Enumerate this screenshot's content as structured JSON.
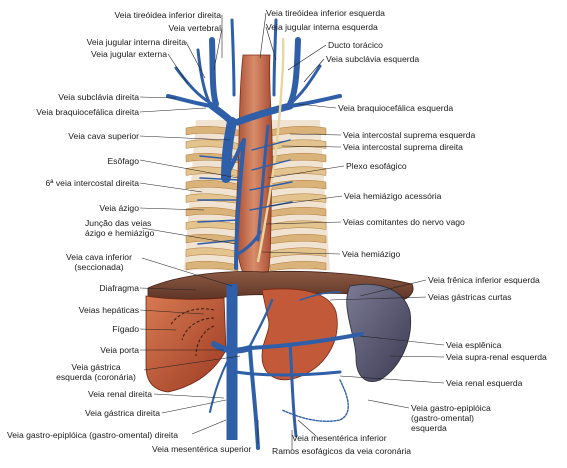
{
  "labels": {
    "tireoidea_inf_dir": "Veia tireóidea inferior direita",
    "vertebral": "Veia vertebral",
    "jugular_int_dir": "Veia jugular interna direita",
    "jugular_ext": "Veia jugular externa",
    "subclavia_dir": "Veia subclávia direita",
    "braquiocefalica_dir": "Veia braquiocefálica direita",
    "cava_sup": "Veia cava superior",
    "esofago": "Esôfago",
    "intercostal_6": "6ª veia intercostal direita",
    "azigo": "Veia ázigo",
    "juncao_1": "Junção das veias",
    "juncao_2": "ázigo e hemiázigo",
    "cava_inf_1": "Veia cava inferior",
    "cava_inf_2": "(seccionada)",
    "diafragma": "Diafragma",
    "hepaticas": "Veias hepáticas",
    "figado": "Fígado",
    "porta": "Veia porta",
    "gastrica_esq_1": "Veia gástrica",
    "gastrica_esq_2": "esquerda (coronária)",
    "renal_dir": "Veia renal direita",
    "gastrica_dir": "Veia gástrica direita",
    "gastro_epiploica_dir": "Veia gastro-epiplóica (gastro-omental) direita",
    "mesenterica_sup": "Veia mesentérica superior",
    "tireoidea_inf_esq": "Veia tireóidea inferior esquerda",
    "jugular_int_esq": "Veia jugular interna esquerda",
    "ducto_toracico": "Ducto torácico",
    "subclavia_esq": "Veia subclávia esquerda",
    "braquiocefalica_esq": "Veia braquiocefálica esquerda",
    "intercostal_sup_esq": "Veia intercostal suprema esquerda",
    "intercostal_sup_dir": "Veia intercostal suprema direita",
    "plexo_esofagico": "Plexo esofágico",
    "hemiazigo_acess": "Veia hemiázigo acessória",
    "comitantes_vago": "Veias comitantes do nervo vago",
    "hemiazigo": "Veia hemiázigo",
    "frenica_inf_esq": "Veia frênica inferior esquerda",
    "gastricas_curtas": "Veias gástricas curtas",
    "esplenica": "Veia esplênica",
    "supra_renal_esq": "Veia supra-renal esquerda",
    "renal_esq": "Veia renal esquerda",
    "gastro_epiploica_esq_1": "Veia gastro-epiplóica",
    "gastro_epiploica_esq_2": "(gastro-omental)",
    "gastro_epiploica_esq_3": "esquerda",
    "mesenterica_inf": "Veia mesentérica inferior",
    "ramos_esofagicos": "Ramos esofágicos da veia coronária"
  },
  "colors": {
    "background": "#ffffff",
    "vein": "#2f5fa8",
    "vein_dark": "#1f4686",
    "muscle": "#b8482c",
    "muscle_light": "#d9825c",
    "bone": "#e3c48f",
    "bone_shade": "#c79a5c",
    "diaphragm": "#7a4a36",
    "spleen": "#56556e",
    "leader": "#222222"
  }
}
